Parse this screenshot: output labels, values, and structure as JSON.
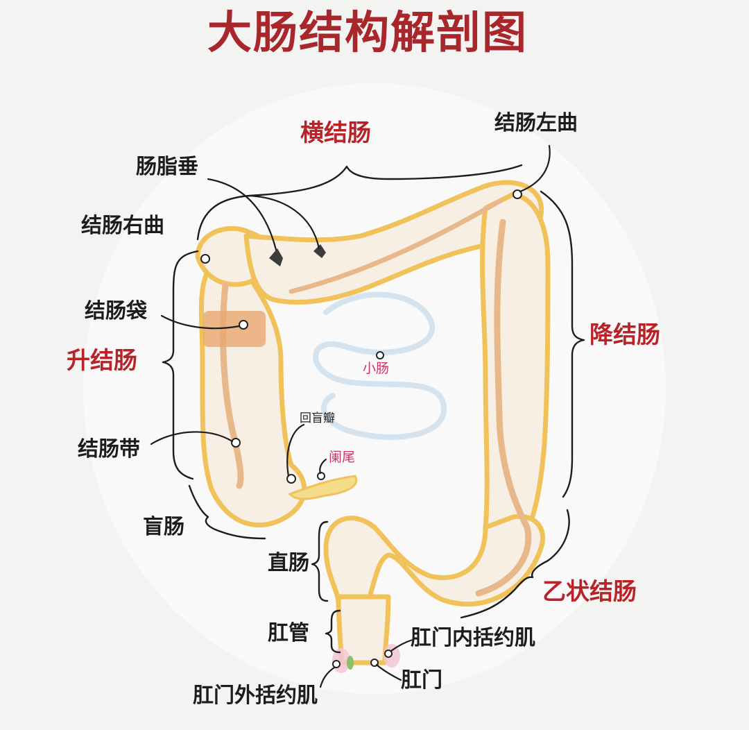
{
  "title": "大肠结构解剖图",
  "labels": {
    "transverse_colon": "横结肠",
    "left_colic_flexure": "结肠左曲",
    "epiploic_appendices": "肠脂垂",
    "right_colic_flexure": "结肠右曲",
    "haustra": "结肠袋",
    "ascending_colon": "升结肠",
    "descending_colon": "降结肠",
    "small_intestine": "小肠",
    "ileocecal_valve": "回盲瓣",
    "appendix": "阑尾",
    "taenia_coli": "结肠带",
    "cecum": "盲肠",
    "rectum": "直肠",
    "sigmoid_colon": "乙状结肠",
    "anal_canal": "肛管",
    "internal_anal_sphincter": "肛门内括约肌",
    "anus": "肛门",
    "external_anal_sphincter": "肛门外括约肌"
  },
  "colors": {
    "title": "#a8272c",
    "section_label": "#b8232a",
    "small_label": "#c8346a",
    "outline": "#f2c25a",
    "fill": "#f7efe3",
    "band": "#e8b88a",
    "small_intestine_line": "#cfe0ec",
    "bracket": "#1c1c1c"
  }
}
